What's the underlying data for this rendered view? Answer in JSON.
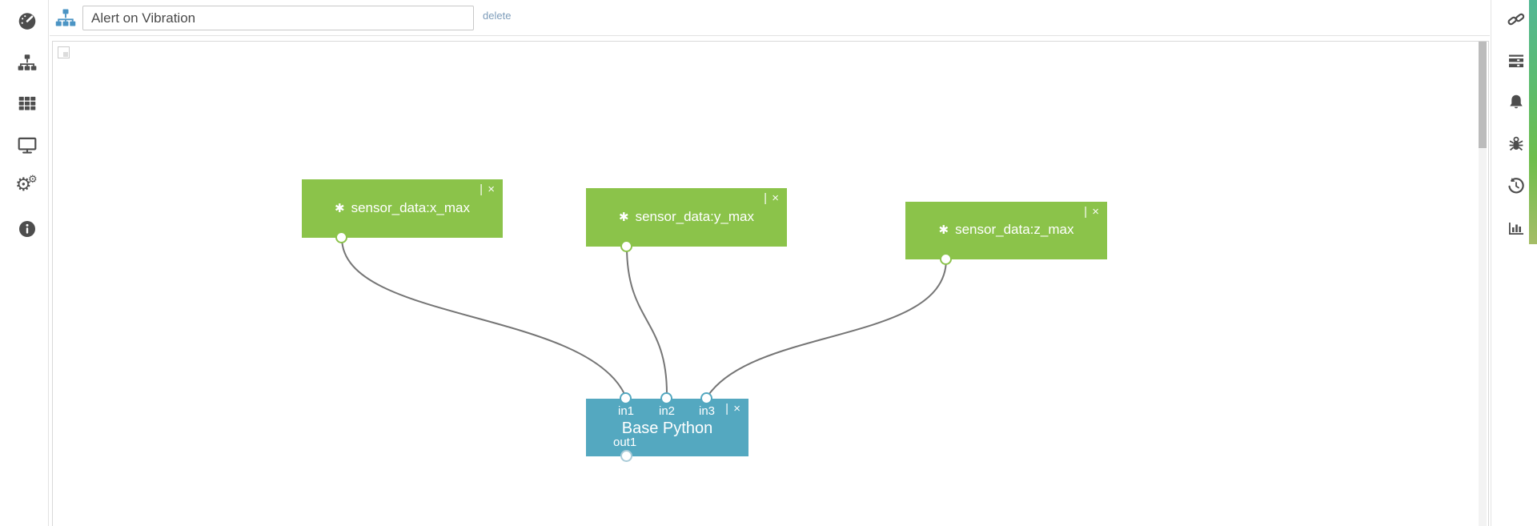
{
  "topbar": {
    "flow_icon": "sitemap-icon",
    "title_value": "Alert on Vibration",
    "delete_label": "delete"
  },
  "left_sidebar": {
    "items": [
      {
        "name": "dashboard",
        "icon": "gauge-icon"
      },
      {
        "name": "flows",
        "icon": "sitemap-icon"
      },
      {
        "name": "tables",
        "icon": "table-icon"
      },
      {
        "name": "displays",
        "icon": "monitor-icon"
      },
      {
        "name": "settings",
        "icon": "gears-icon",
        "glyph_big": "⚙",
        "glyph_small": "⚙"
      },
      {
        "name": "info",
        "icon": "info-icon"
      }
    ]
  },
  "right_sidebar": {
    "items": [
      {
        "name": "links",
        "icon": "link-icon"
      },
      {
        "name": "server",
        "icon": "server-icon"
      },
      {
        "name": "alerts",
        "icon": "bell-icon"
      },
      {
        "name": "debug",
        "icon": "bug-icon"
      },
      {
        "name": "history",
        "icon": "history-icon"
      },
      {
        "name": "analytics",
        "icon": "bar-chart-icon"
      }
    ]
  },
  "canvas": {
    "nodes": [
      {
        "label": "sensor_data:x_max",
        "icon": "✱",
        "close_label": "| ×",
        "type": "input-green"
      },
      {
        "label": "sensor_data:y_max",
        "icon": "✱",
        "close_label": "| ×",
        "type": "input-green"
      },
      {
        "label": "sensor_data:z_max",
        "icon": "✱",
        "close_label": "| ×",
        "type": "input-green"
      },
      {
        "label": "Base Python",
        "close_label": "| ×",
        "type": "code-blue",
        "inputs": [
          "in1",
          "in2",
          "in3"
        ],
        "outputs": [
          "out1"
        ]
      }
    ],
    "edges": [
      {
        "from_node": "sensor_data:x_max",
        "to_node": "Base Python",
        "to_port": "in1"
      },
      {
        "from_node": "sensor_data:y_max",
        "to_node": "Base Python",
        "to_port": "in2"
      },
      {
        "from_node": "sensor_data:z_max",
        "to_node": "Base Python",
        "to_port": "in3"
      }
    ]
  },
  "colors": {
    "node_green": "#8BC34A",
    "node_blue": "#54A8C0",
    "wire": "#757575",
    "left_strip_gradient": [
      "#5052B9",
      "#4679C9",
      "#3FB2CA"
    ],
    "right_strip_gradient": [
      "#52B795",
      "#6EBE4C",
      "#A5BD67"
    ],
    "delete_link": "#7D9CBA",
    "topbar_icon": "#4B94C4",
    "sidebar_icon": "#4D4D4D"
  }
}
